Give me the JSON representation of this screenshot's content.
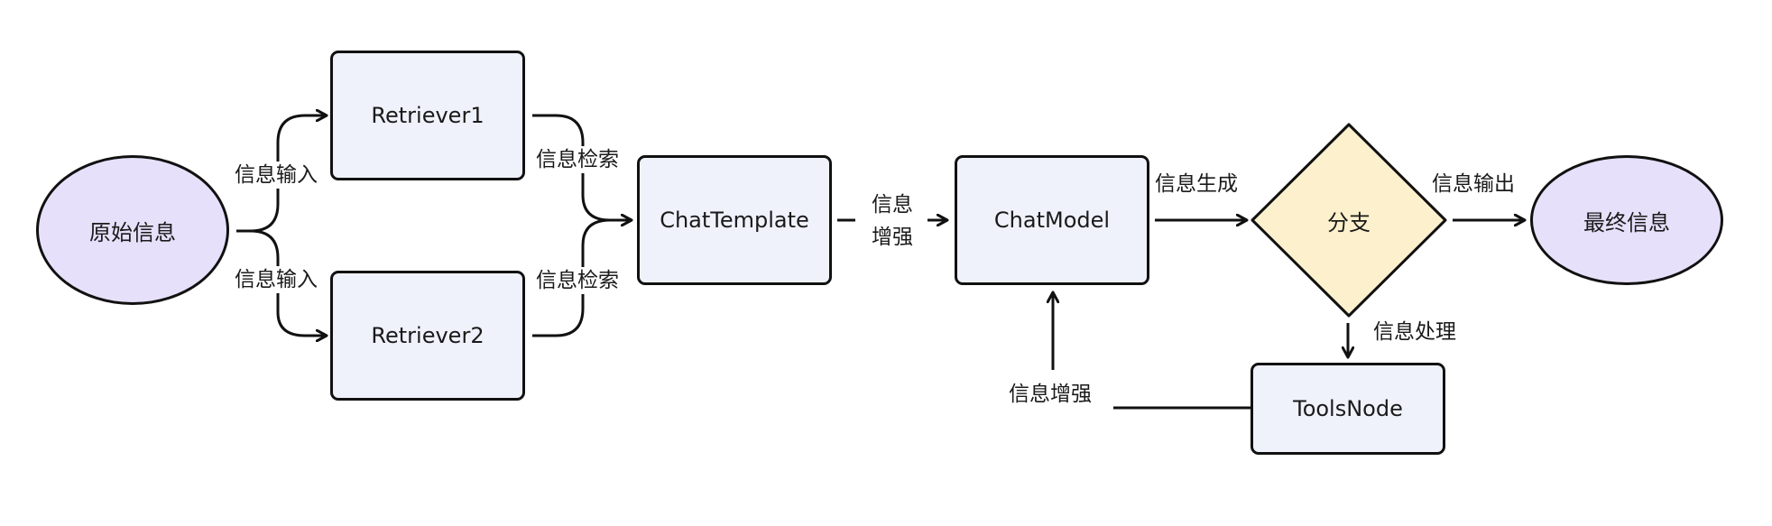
{
  "nodes": {
    "source": "原始信息",
    "retriever1": "Retriever1",
    "retriever2": "Retriever2",
    "chat_template": "ChatTemplate",
    "chat_model": "ChatModel",
    "branch": "分支",
    "final": "最终信息",
    "tools_node": "ToolsNode"
  },
  "edges": {
    "input_top": "信息输入",
    "input_bottom": "信息输入",
    "retrieve_top": "信息检索",
    "retrieve_bottom": "信息检索",
    "enhance_line1": "信息",
    "enhance_line2": "增强",
    "generate": "信息生成",
    "output": "信息输出",
    "process": "信息处理",
    "tools_enhance": "信息增强"
  },
  "colors": {
    "rect_fill": "#eff2fb",
    "oval_fill": "#e7e0fa",
    "diamond_fill": "#fdf0cd",
    "stroke": "#111111"
  }
}
